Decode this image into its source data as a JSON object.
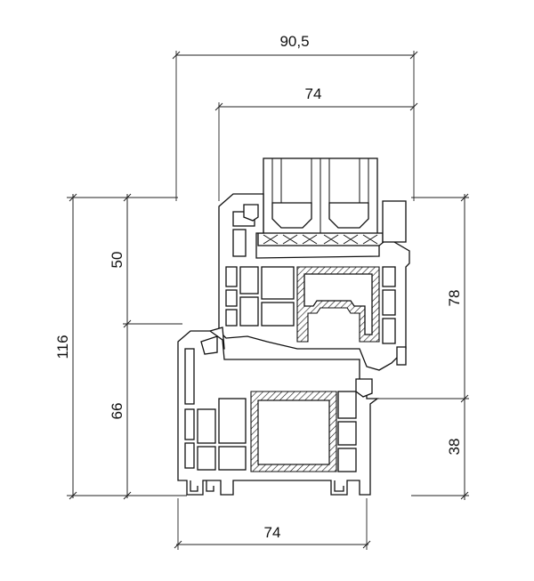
{
  "dimensions": {
    "top_overall": "90,5",
    "top_sash": "74",
    "bottom_frame": "74",
    "left_total": "116",
    "left_upper": "50",
    "left_lower": "66",
    "right_upper": "78",
    "right_lower": "38"
  },
  "colors": {
    "line": "#111111",
    "background": "#ffffff"
  }
}
